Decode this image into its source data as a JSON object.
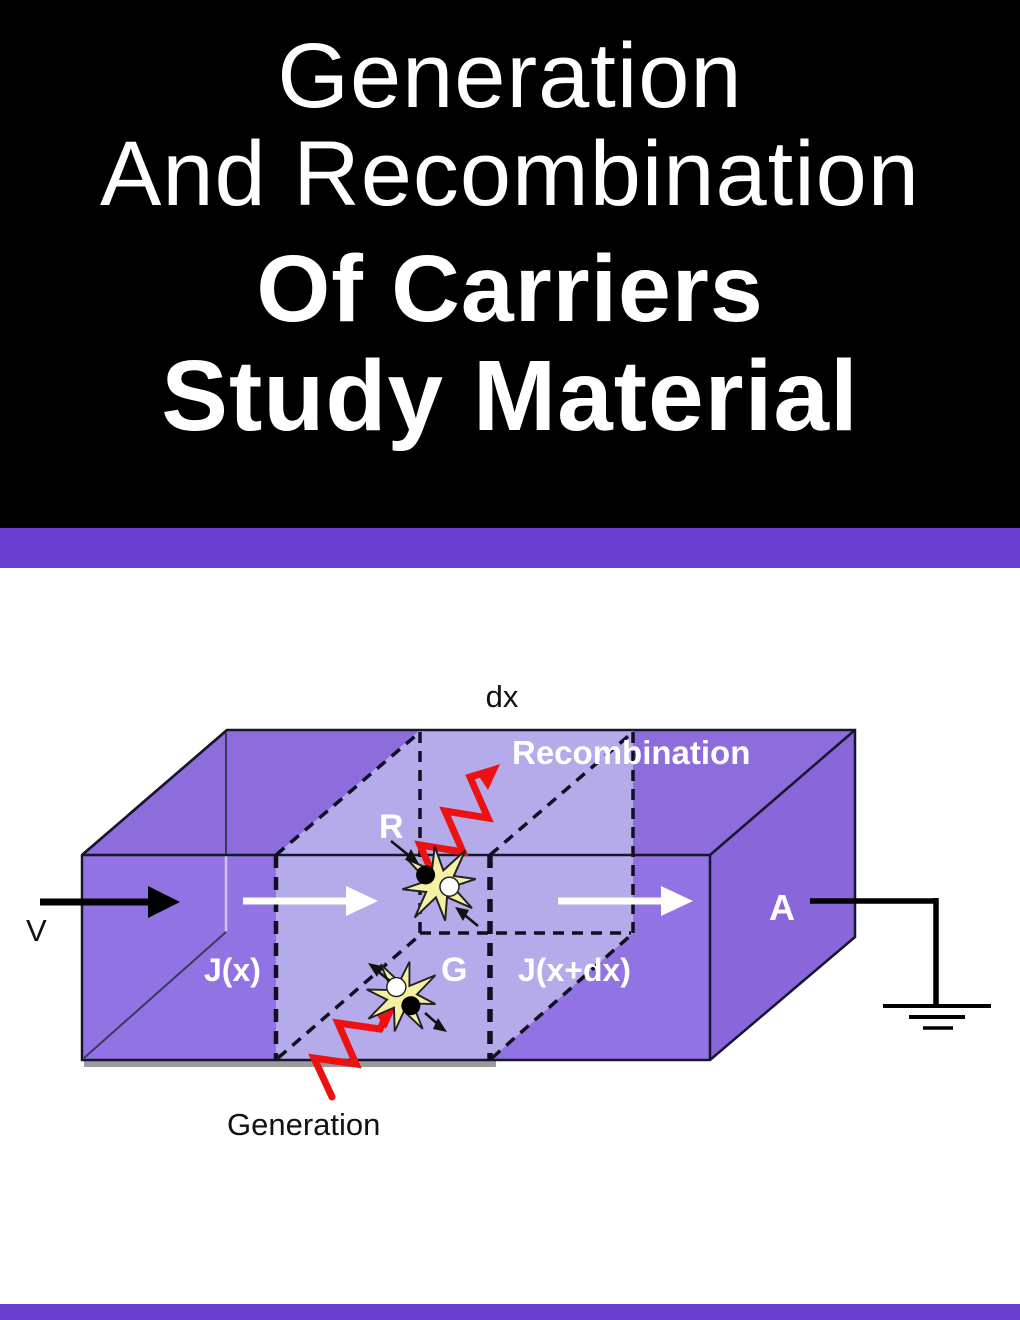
{
  "header": {
    "line1": "Generation",
    "line2": "And Recombination",
    "line3": "Of Carriers",
    "line4": "Study Material"
  },
  "accent": {
    "bar_color": "#6A40D0"
  },
  "diagram": {
    "labels": {
      "dx": "dx",
      "recombination": "Recombination",
      "r": "R",
      "g": "G",
      "jx": "J(x)",
      "jxdx": "J(x+dx)",
      "a": "A",
      "v": "V",
      "generation": "Generation"
    },
    "colors": {
      "box_front": "#9273E3",
      "box_top": "#8D6CDC",
      "box_right": "#8A66DB",
      "slab": "#B5ABEA",
      "star_fill": "#F6F0A3",
      "arrow_red": "#EE1111",
      "bar_purple": "#6A40D0"
    }
  }
}
